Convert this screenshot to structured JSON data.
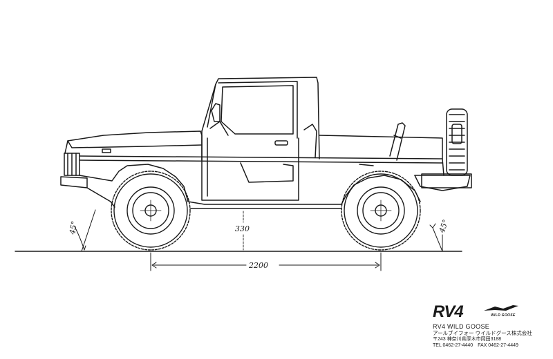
{
  "drawing": {
    "dimensions": {
      "approach_angle": "45°",
      "ground_clearance": "330",
      "departure_angle": "45°",
      "wheelbase": "2200"
    }
  },
  "logo": {
    "brand": "RV4",
    "tagline": "WILD GOOSE"
  },
  "company": {
    "name_en": "RV4 WILD GOOSE",
    "name_jp": "アールブイフォー ウイルドグース株式会社",
    "address": "〒243 神奈川県厚木市岡田3188",
    "tel_fax": "TEL 0462-27-4440　FAX 0462-27-4449"
  }
}
